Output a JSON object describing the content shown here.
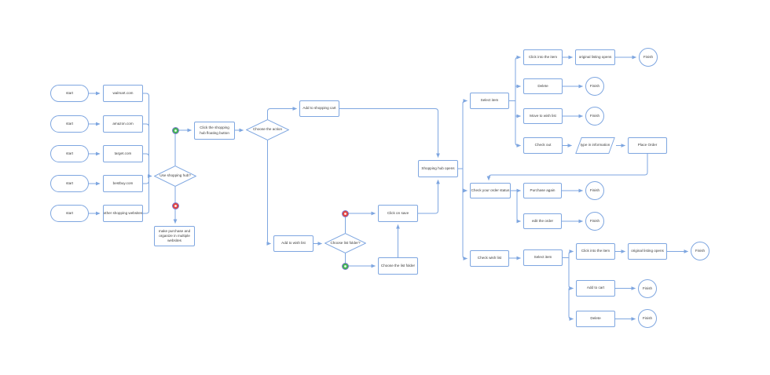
{
  "colors": {
    "shape_stroke": "#7ea6e0",
    "label_text": "#3b3b3b",
    "yes_marker_fill": "#3fb550",
    "no_marker_fill": "#e4423d",
    "marker_ring": "#7d78cc",
    "background": "#ffffff"
  },
  "icons": {
    "yes_marker": "green-dot",
    "no_marker": "red-dot",
    "terminator": "circle"
  },
  "nodes": {
    "start1": {
      "label": "start",
      "shape": "terminator"
    },
    "start2": {
      "label": "start",
      "shape": "terminator"
    },
    "start3": {
      "label": "start",
      "shape": "terminator"
    },
    "start4": {
      "label": "start",
      "shape": "terminator"
    },
    "start5": {
      "label": "start",
      "shape": "terminator"
    },
    "walmart": {
      "label": "walmart.com",
      "shape": "process"
    },
    "amazon": {
      "label": "amazon.com",
      "shape": "process"
    },
    "target": {
      "label": "target.com",
      "shape": "process"
    },
    "bestbuy": {
      "label": "bestbuy.com",
      "shape": "process"
    },
    "other": {
      "label": "other shopping websites",
      "shape": "process"
    },
    "useHub": {
      "label": "Use shopping hub?",
      "shape": "decision"
    },
    "clickHub": {
      "label": "Click the shopping hub floating button",
      "shape": "process"
    },
    "makePurchase": {
      "label": "make purchase and organize in multiple websites",
      "shape": "process"
    },
    "chooseAction": {
      "label": "Choose the action",
      "shape": "decision"
    },
    "addShoppingCart": {
      "label": "Add to shopping cart",
      "shape": "process"
    },
    "addWishList": {
      "label": "Add to wish list",
      "shape": "process"
    },
    "chooseListFolder": {
      "label": "Choose list folder?",
      "shape": "decision"
    },
    "clickOnSave": {
      "label": "Click on save",
      "shape": "process"
    },
    "chooseTheListFolder": {
      "label": "Choose the list folder",
      "shape": "process"
    },
    "hubOpens": {
      "label": "Shopping hub opens",
      "shape": "process"
    },
    "selectItem1": {
      "label": "Select item",
      "shape": "process"
    },
    "clickIntoItem1": {
      "label": "Click into the item",
      "shape": "process"
    },
    "originalListing1": {
      "label": "original listing opens",
      "shape": "process"
    },
    "finish1": {
      "label": "Finish",
      "shape": "terminator"
    },
    "delete1": {
      "label": "Delete",
      "shape": "process"
    },
    "finish2": {
      "label": "Finish",
      "shape": "terminator"
    },
    "moveToWishList": {
      "label": "Move to wish list",
      "shape": "process"
    },
    "finish3": {
      "label": "Finish",
      "shape": "terminator"
    },
    "checkOut": {
      "label": "Check out",
      "shape": "process"
    },
    "typeInformation": {
      "label": "type in information",
      "shape": "data"
    },
    "placeOrder": {
      "label": "Place Order",
      "shape": "process"
    },
    "checkOrderStatus": {
      "label": "Check your order status",
      "shape": "process"
    },
    "purchaseAgain": {
      "label": "Purchase again",
      "shape": "process"
    },
    "finish4": {
      "label": "Finish",
      "shape": "terminator"
    },
    "editOrder": {
      "label": "edit the order",
      "shape": "process"
    },
    "finish5": {
      "label": "Finish",
      "shape": "terminator"
    },
    "checkWishList": {
      "label": "Check wish list",
      "shape": "process"
    },
    "selectItem2": {
      "label": "Select item",
      "shape": "process"
    },
    "clickIntoItem2": {
      "label": "Click into the item",
      "shape": "process"
    },
    "originalListing2": {
      "label": "original listing opens",
      "shape": "process"
    },
    "finish6": {
      "label": "Finish",
      "shape": "terminator"
    },
    "addToCart": {
      "label": "Add to cart",
      "shape": "process"
    },
    "finish7": {
      "label": "Finish",
      "shape": "terminator"
    },
    "delete2": {
      "label": "Delete",
      "shape": "process"
    },
    "finish8": {
      "label": "Finish",
      "shape": "terminator"
    }
  }
}
